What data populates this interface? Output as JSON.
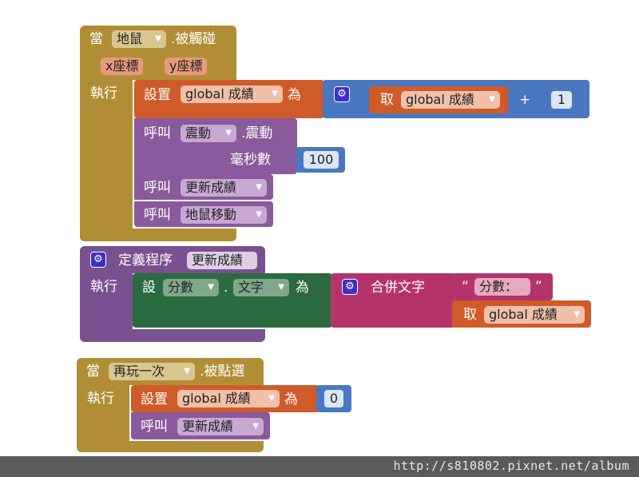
{
  "colors": {
    "event": "#b18e35",
    "event_param": "#e89a7c",
    "set": "#d05b2a",
    "math": "#4a78c0",
    "call": "#8a5a9c",
    "proc": "#7a5190",
    "component_set": "#2c6b3f",
    "text": "#b5336b",
    "number_field": "#dbe6f3",
    "gear": "#3c2fc9",
    "watermark_bg": "#5a5a5a"
  },
  "block1": {
    "when": "當",
    "component": "地鼠",
    "event": ".被觸碰",
    "params": [
      "x座標",
      "y座標"
    ],
    "do": "執行",
    "set_label": "設置",
    "set_var": "global 成績",
    "to": "為",
    "get_label": "取",
    "get_var": "global 成績",
    "plus": "+",
    "one": "1",
    "call1_label": "呼叫",
    "call1_component": "震動",
    "call1_method": ".震動",
    "ms_label": "毫秒數",
    "ms_value": "100",
    "call2_label": "呼叫",
    "call2_proc": "更新成績",
    "call3_label": "呼叫",
    "call3_proc": "地鼠移動"
  },
  "block2": {
    "define": "定義程序",
    "proc_name": "更新成績",
    "do": "執行",
    "set_label": "設",
    "component": "分數",
    "dot": ".",
    "property": "文字",
    "to": "為",
    "join": "合併文字",
    "quote_open": "“",
    "string": "分數：",
    "quote_close": "”",
    "get_label": "取",
    "get_var": "global 成績"
  },
  "block3": {
    "when": "當",
    "component": "再玩一次",
    "event": ".被點選",
    "do": "執行",
    "set_label": "設置",
    "set_var": "global 成績",
    "to": "為",
    "zero": "0",
    "call_label": "呼叫",
    "call_proc": "更新成績"
  },
  "watermark": "http://s810802.pixnet.net/album"
}
